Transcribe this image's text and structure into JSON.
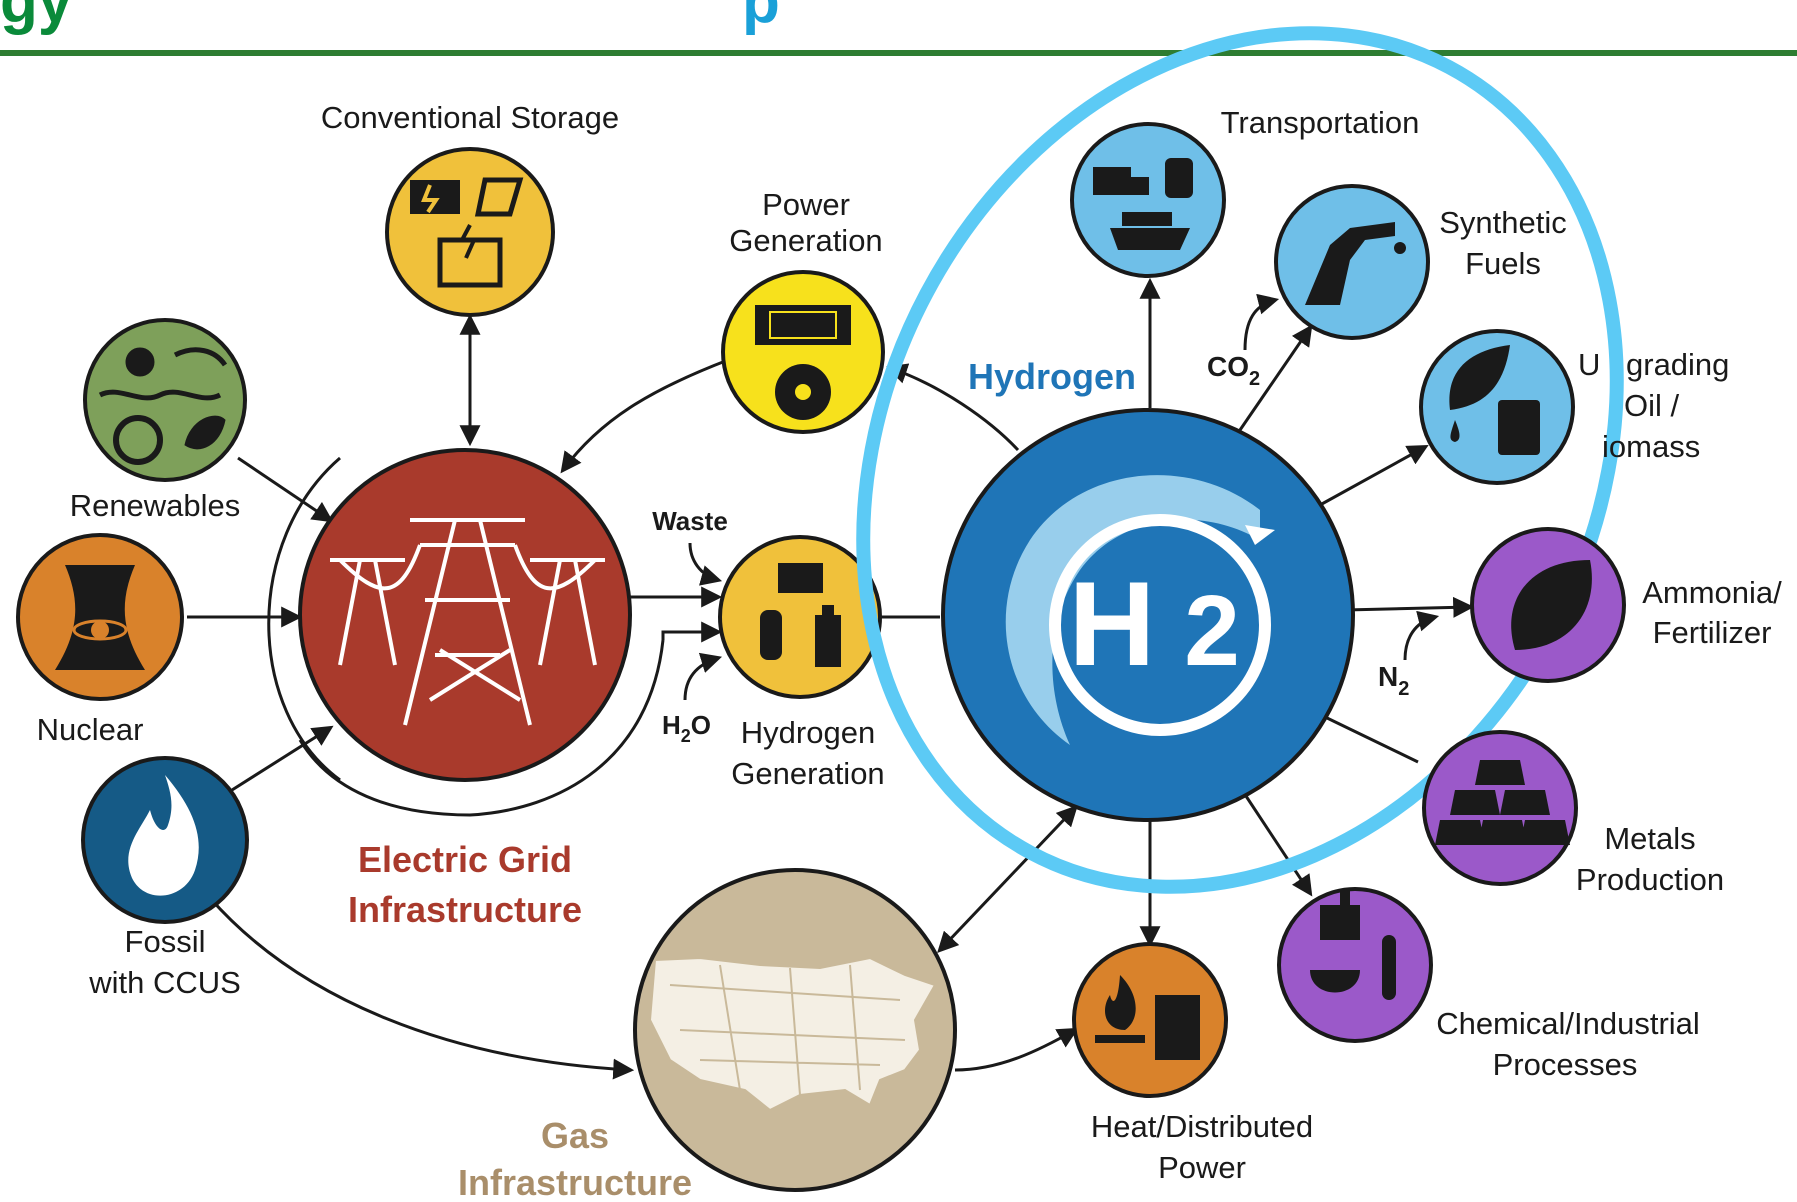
{
  "header_partial": {
    "left": "gy",
    "right": "p"
  },
  "colors": {
    "header_green": "#0a8a3a",
    "header_blue": "#1aa0d8",
    "rule_green": "#2e7d32",
    "grid_red": "#a93a2c",
    "h2_blue": "#1f75b7",
    "light_blue": "#6fbfe8",
    "highlight_ring": "#5ccaf5",
    "yellow": "#f0c13b",
    "bright_yellow": "#f7e11c",
    "orange": "#d9822b",
    "green": "#7ea05a",
    "navy": "#155a86",
    "purple": "#9b59c9",
    "tan": "#c9b99a",
    "label_tan": "#a98e6a",
    "hydrogen_label": "#1f75b7"
  },
  "nodes": {
    "conventional_storage": {
      "label": "Conventional Storage",
      "icon": "battery-pumped-hydro-icon"
    },
    "renewables": {
      "label": "Renewables",
      "icon": "sun-wind-water-icon"
    },
    "nuclear": {
      "label": "Nuclear",
      "icon": "cooling-tower-icon"
    },
    "fossil": {
      "label_line1": "Fossil",
      "label_line2": "with CCUS",
      "icon": "flame-icon"
    },
    "electric_grid": {
      "label_line1": "Electric Grid",
      "label_line2": "Infrastructure",
      "icon": "transmission-tower-icon"
    },
    "power_generation": {
      "label_line1": "Power",
      "label_line2": "Generation",
      "icon": "fuel-cell-turbine-icon"
    },
    "hydrogen_generation": {
      "label_line1": "Hydrogen",
      "label_line2": "Generation",
      "icon": "electrolyzer-reformer-icon"
    },
    "hydrogen": {
      "label": "Hydrogen",
      "symbol_h": "H",
      "symbol_2": "2"
    },
    "transportation": {
      "label": "Transportation",
      "icon": "truck-train-ship-icon"
    },
    "synthetic_fuels": {
      "label_line1": "Synthetic",
      "label_line2": "Fuels",
      "icon": "fuel-nozzle-icon"
    },
    "upgrading": {
      "label_line1": "U",
      "label_line1b": "grading",
      "label_line2": "Oil /",
      "label_line3": "iomass",
      "icon": "leaf-barrel-icon"
    },
    "ammonia": {
      "label_line1": "Ammonia/",
      "label_line2": "Fertilizer",
      "icon": "seed-icon"
    },
    "metals": {
      "label_line1": "Metals",
      "label_line2": "Production",
      "icon": "ingots-icon"
    },
    "chemical": {
      "label_line1": "Chemical/Industrial",
      "label_line2": "Processes",
      "icon": "refinery-flask-icon"
    },
    "heat": {
      "label_line1": "Heat/Distributed",
      "label_line2": "Power",
      "icon": "flame-building-icon"
    },
    "gas_infrastructure": {
      "label_line1": "Gas",
      "label_line2": "Infrastructure",
      "icon": "us-map-icon"
    }
  },
  "flow_labels": {
    "waste": "Waste",
    "h2o_main": "H",
    "h2o_sub": "2",
    "h2o_end": "O",
    "co2_main": "CO",
    "co2_sub": "2",
    "n2_main": "N",
    "n2_sub": "2"
  }
}
